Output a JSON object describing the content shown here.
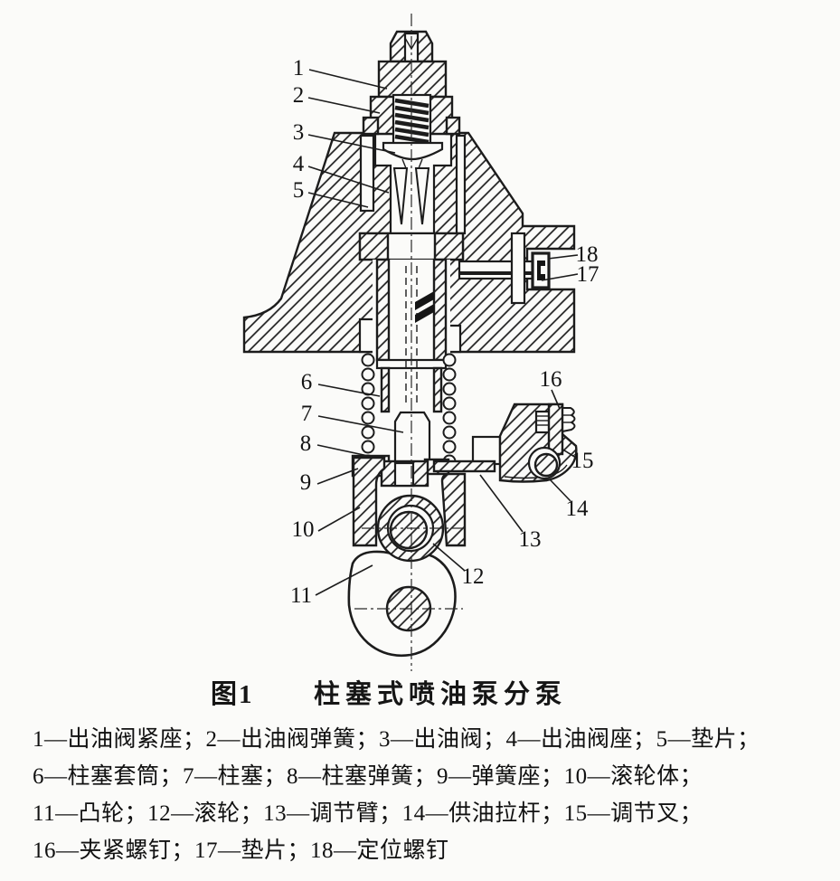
{
  "figure": {
    "caption_label": "图1",
    "caption_title": "柱塞式喷油泵分泵"
  },
  "legend": {
    "entries": [
      "1—出油阀紧座；",
      "2—出油阀弹簧；",
      "3—出油阀；",
      "4—出油阀座；",
      "5—垫片；",
      "6—柱塞套筒；",
      "7—柱塞；",
      "8—柱塞弹簧；",
      "9—弹簧座；",
      "10—滚轮体；",
      "11—凸轮；",
      "12—滚轮；",
      "13—调节臂；",
      "14—供油拉杆；",
      "15—调节叉；",
      "16—夹紧螺钉；",
      "17—垫片；",
      "18—定位螺钉"
    ]
  },
  "diagram": {
    "labels": [
      {
        "num": "1",
        "part": "出油阀紧座"
      },
      {
        "num": "2",
        "part": "出油阀弹簧"
      },
      {
        "num": "3",
        "part": "出油阀"
      },
      {
        "num": "4",
        "part": "出油阀座"
      },
      {
        "num": "5",
        "part": "垫片"
      },
      {
        "num": "6",
        "part": "柱塞套筒"
      },
      {
        "num": "7",
        "part": "柱塞"
      },
      {
        "num": "8",
        "part": "柱塞弹簧"
      },
      {
        "num": "9",
        "part": "弹簧座"
      },
      {
        "num": "10",
        "part": "滚轮体"
      },
      {
        "num": "11",
        "part": "凸轮"
      },
      {
        "num": "12",
        "part": "滚轮"
      },
      {
        "num": "13",
        "part": "调节臂"
      },
      {
        "num": "14",
        "part": "供油拉杆"
      },
      {
        "num": "15",
        "part": "调节叉"
      },
      {
        "num": "16",
        "part": "夹紧螺钉"
      },
      {
        "num": "17",
        "part": "垫片"
      },
      {
        "num": "18",
        "part": "定位螺钉"
      }
    ]
  },
  "colors": {
    "ink": "#1c1c1c",
    "paper": "#fbfbf9"
  }
}
